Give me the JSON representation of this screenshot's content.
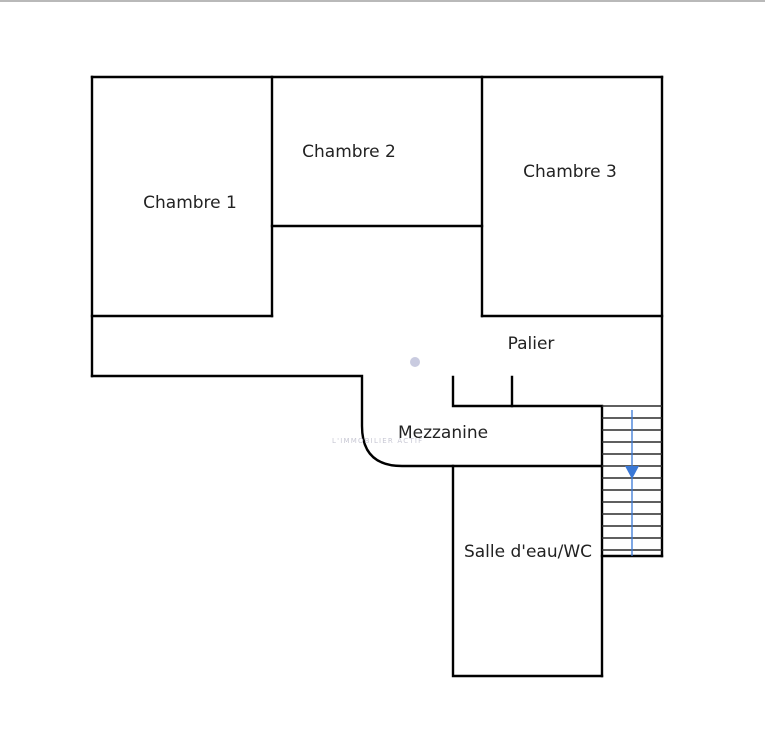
{
  "plan": {
    "rooms": {
      "chambre1": "Chambre 1",
      "chambre2": "Chambre 2",
      "chambre3": "Chambre 3",
      "palier": "Palier",
      "mezzanine": "Mezzanine",
      "salle": "Salle d'eau/WC"
    },
    "watermark": "L'IMMOBILIER ACTIF",
    "colors": {
      "walls": "#000000",
      "stair_arrow": "#3a78d6",
      "watermark": "#c8c8d4",
      "top_rule": "#b9b9b9"
    }
  }
}
